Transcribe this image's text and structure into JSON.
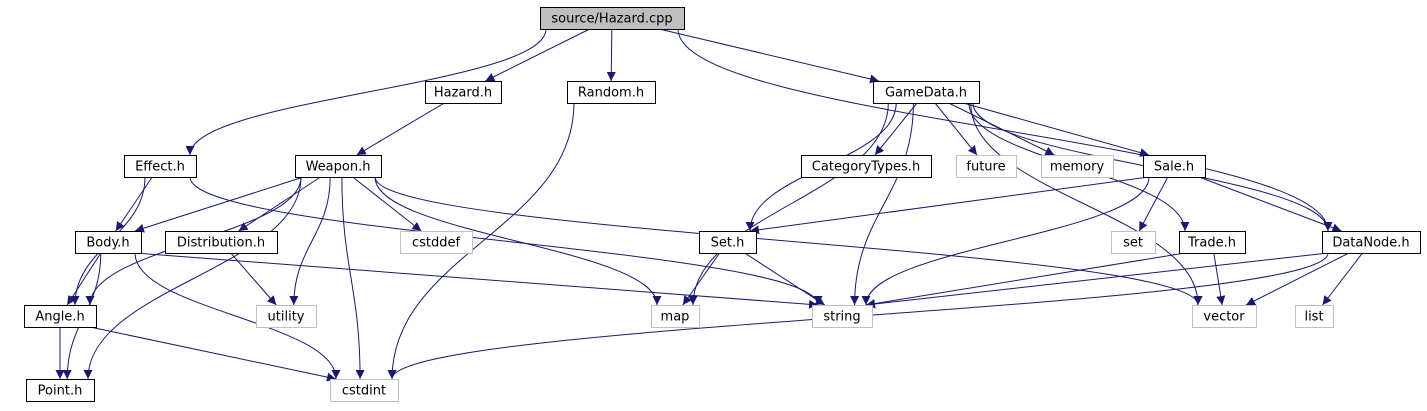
{
  "colors": {
    "edge": "#191970",
    "root_fill": "#bfbfbf",
    "box_fill": "#ffffff",
    "box_stroke": "#000000",
    "external_stroke": "#bfbfbf"
  },
  "nodes": [
    {
      "id": "root",
      "label": "source/Hazard.cpp",
      "kind": "root"
    },
    {
      "id": "hazard_h",
      "label": "Hazard.h",
      "kind": "header"
    },
    {
      "id": "random_h",
      "label": "Random.h",
      "kind": "header"
    },
    {
      "id": "gamedata_h",
      "label": "GameData.h",
      "kind": "header"
    },
    {
      "id": "effect_h",
      "label": "Effect.h",
      "kind": "header"
    },
    {
      "id": "weapon_h",
      "label": "Weapon.h",
      "kind": "header"
    },
    {
      "id": "categorytypes_h",
      "label": "CategoryTypes.h",
      "kind": "header"
    },
    {
      "id": "future",
      "label": "future",
      "kind": "external"
    },
    {
      "id": "memory",
      "label": "memory",
      "kind": "external"
    },
    {
      "id": "sale_h",
      "label": "Sale.h",
      "kind": "header"
    },
    {
      "id": "body_h",
      "label": "Body.h",
      "kind": "header"
    },
    {
      "id": "distribution_h",
      "label": "Distribution.h",
      "kind": "header"
    },
    {
      "id": "cstddef",
      "label": "cstddef",
      "kind": "external"
    },
    {
      "id": "set_h",
      "label": "Set.h",
      "kind": "header"
    },
    {
      "id": "set",
      "label": "set",
      "kind": "external"
    },
    {
      "id": "trade_h",
      "label": "Trade.h",
      "kind": "header"
    },
    {
      "id": "datanode_h",
      "label": "DataNode.h",
      "kind": "header"
    },
    {
      "id": "angle_h",
      "label": "Angle.h",
      "kind": "header"
    },
    {
      "id": "utility",
      "label": "utility",
      "kind": "external"
    },
    {
      "id": "map",
      "label": "map",
      "kind": "external"
    },
    {
      "id": "string",
      "label": "string",
      "kind": "external"
    },
    {
      "id": "vector",
      "label": "vector",
      "kind": "external"
    },
    {
      "id": "list",
      "label": "list",
      "kind": "external"
    },
    {
      "id": "point_h",
      "label": "Point.h",
      "kind": "header"
    },
    {
      "id": "cstdint",
      "label": "cstdint",
      "kind": "external"
    }
  ],
  "edges": [
    [
      "root",
      "hazard_h"
    ],
    [
      "root",
      "random_h"
    ],
    [
      "root",
      "gamedata_h"
    ],
    [
      "root",
      "effect_h"
    ],
    [
      "root",
      "datanode_h"
    ],
    [
      "hazard_h",
      "weapon_h"
    ],
    [
      "random_h",
      "cstdint"
    ],
    [
      "gamedata_h",
      "categorytypes_h"
    ],
    [
      "gamedata_h",
      "future"
    ],
    [
      "gamedata_h",
      "memory"
    ],
    [
      "gamedata_h",
      "sale_h"
    ],
    [
      "gamedata_h",
      "trade_h"
    ],
    [
      "gamedata_h",
      "datanode_h"
    ],
    [
      "gamedata_h",
      "set_h"
    ],
    [
      "gamedata_h",
      "map"
    ],
    [
      "gamedata_h",
      "string"
    ],
    [
      "gamedata_h",
      "vector"
    ],
    [
      "effect_h",
      "body_h"
    ],
    [
      "effect_h",
      "angle_h"
    ],
    [
      "effect_h",
      "string"
    ],
    [
      "weapon_h",
      "body_h"
    ],
    [
      "weapon_h",
      "distribution_h"
    ],
    [
      "weapon_h",
      "cstddef"
    ],
    [
      "weapon_h",
      "angle_h"
    ],
    [
      "weapon_h",
      "point_h"
    ],
    [
      "weapon_h",
      "utility"
    ],
    [
      "weapon_h",
      "map"
    ],
    [
      "weapon_h",
      "cstdint"
    ],
    [
      "weapon_h",
      "vector"
    ],
    [
      "sale_h",
      "set_h"
    ],
    [
      "sale_h",
      "set"
    ],
    [
      "sale_h",
      "datanode_h"
    ],
    [
      "sale_h",
      "string"
    ],
    [
      "body_h",
      "angle_h"
    ],
    [
      "body_h",
      "point_h"
    ],
    [
      "body_h",
      "cstdint"
    ],
    [
      "body_h",
      "string"
    ],
    [
      "distribution_h",
      "utility"
    ],
    [
      "set_h",
      "map"
    ],
    [
      "set_h",
      "string"
    ],
    [
      "trade_h",
      "string"
    ],
    [
      "trade_h",
      "vector"
    ],
    [
      "datanode_h",
      "list"
    ],
    [
      "datanode_h",
      "vector"
    ],
    [
      "datanode_h",
      "string"
    ],
    [
      "datanode_h",
      "cstdint"
    ],
    [
      "angle_h",
      "point_h"
    ],
    [
      "angle_h",
      "cstdint"
    ]
  ]
}
